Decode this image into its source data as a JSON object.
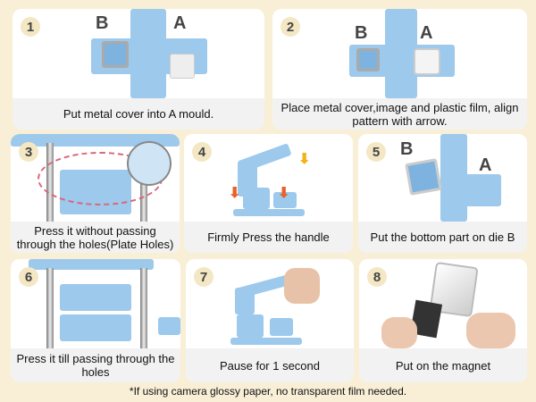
{
  "steps": [
    {
      "number": "1",
      "caption": "Put metal cover into A mould.",
      "labels": [
        "B",
        "A"
      ]
    },
    {
      "number": "2",
      "caption": "Place metal cover,image and plastic film, align pattern with arrow.",
      "labels": [
        "B",
        "A"
      ]
    },
    {
      "number": "3",
      "caption": "Press it without passing through the holes(Plate Holes)"
    },
    {
      "number": "4",
      "caption": "Firmly Press the handle"
    },
    {
      "number": "5",
      "caption": "Put the bottom part on die B",
      "labels": [
        "B",
        "A"
      ]
    },
    {
      "number": "6",
      "caption": "Press it till passing through the holes"
    },
    {
      "number": "7",
      "caption": "Pause for 1 second"
    },
    {
      "number": "8",
      "caption": "Put on the magnet"
    }
  ],
  "footer_note": "*If using camera glossy paper, no transparent film needed.",
  "colors": {
    "background": "#f8efd6",
    "machine_blue": "#9cc9ec",
    "badge": "#f3e7c4",
    "caption_bg": "#f2f2f2"
  }
}
